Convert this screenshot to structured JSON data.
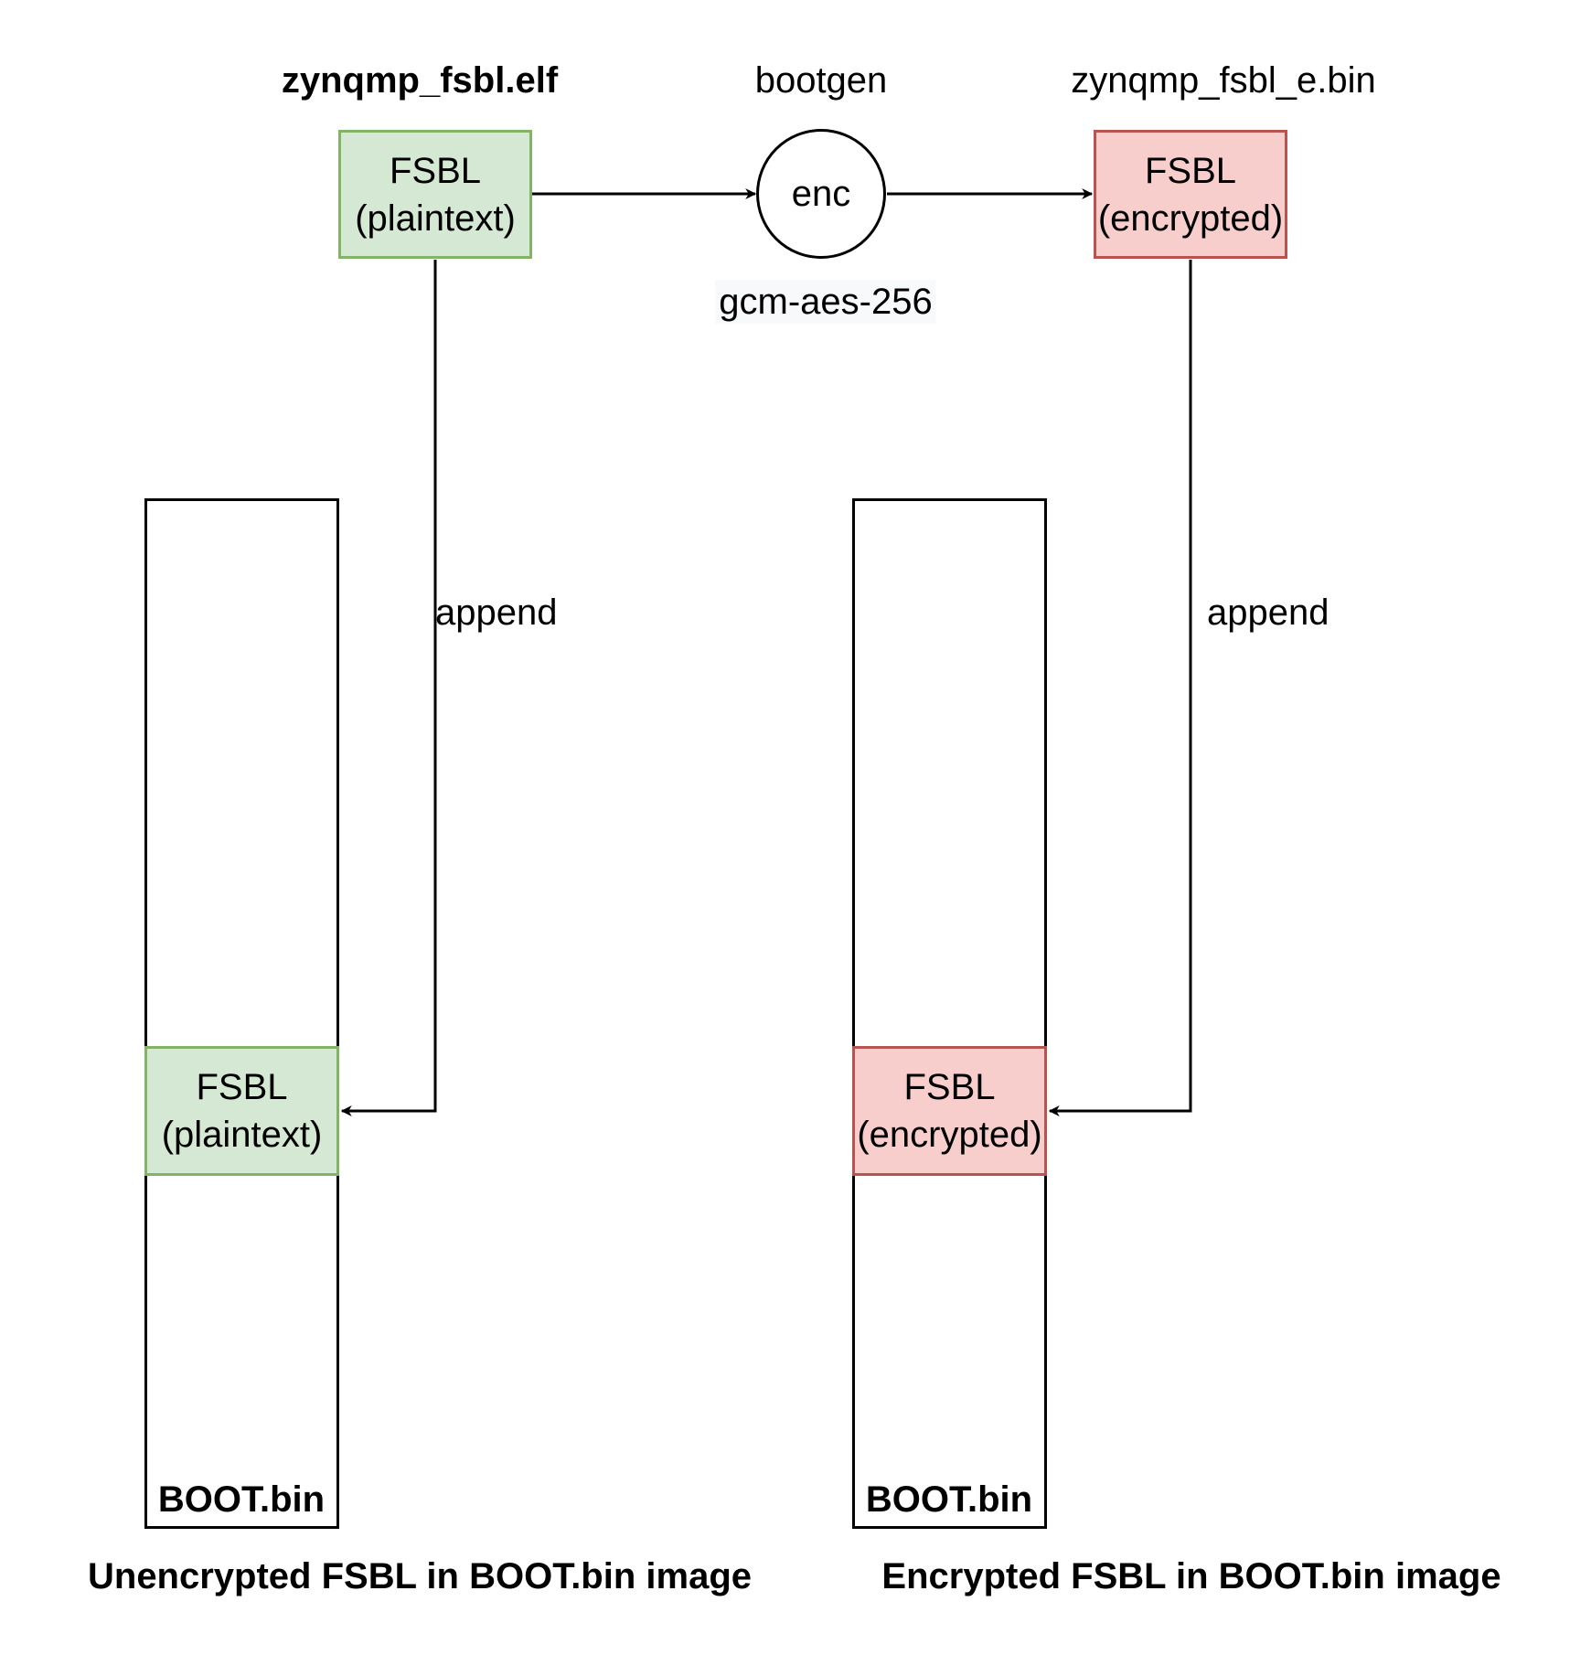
{
  "labels": {
    "plain_file": "zynqmp_fsbl.elf",
    "tool": "bootgen",
    "enc_file": "zynqmp_fsbl_e.bin",
    "cipher": "gcm-aes-256",
    "append_left": "append",
    "append_right": "append"
  },
  "nodes": {
    "fsbl_plain_top": {
      "line1": "FSBL",
      "line2": "(plaintext)"
    },
    "enc_circle": "enc",
    "fsbl_enc_top": {
      "line1": "FSBL",
      "line2": "(encrypted)"
    },
    "fsbl_plain_bottom": {
      "line1": "FSBL",
      "line2": "(plaintext)"
    },
    "fsbl_enc_bottom": {
      "line1": "FSBL",
      "line2": "(encrypted)"
    },
    "boot_left": "BOOT.bin",
    "boot_right": "BOOT.bin"
  },
  "captions": {
    "left": "Unencrypted FSBL in BOOT.bin image",
    "right": "Encrypted FSBL in BOOT.bin image"
  },
  "colors": {
    "green_fill": "#d5e8d4",
    "green_stroke": "#82b366",
    "red_fill": "#f8cecc",
    "red_stroke": "#b85450"
  }
}
